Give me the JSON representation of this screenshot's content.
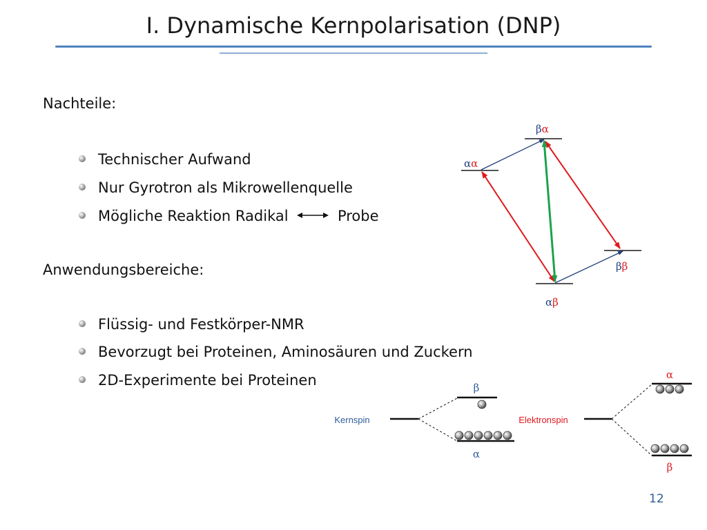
{
  "slide": {
    "title": "I. Dynamische Kernpolarisation (DNP)",
    "page_number": "12"
  },
  "sections": {
    "disadvantages_heading": "Nachteile:",
    "disadvantages": [
      "Technischer Aufwand",
      "Nur Gyrotron als Mikrowellenquelle",
      "Mögliche Reaktion Radikal",
      "Probe"
    ],
    "applications_heading": "Anwendungsbereiche:",
    "applications": [
      "Flüssig- und Festkörper-NMR",
      "Bevorzugt bei Proteinen, Aminosäuren und Zuckern",
      "2D-Experimente bei Proteinen"
    ]
  },
  "energy_diagram": {
    "states": {
      "ba": [
        "β",
        "α"
      ],
      "aa": [
        "α",
        "α"
      ],
      "bb": [
        "β",
        "β"
      ],
      "ab": [
        "α",
        "β"
      ]
    },
    "colors": {
      "blue": "#1f3f7a",
      "red": "#e0191e",
      "green": "#1aa34a",
      "label_black": "#111111"
    }
  },
  "spin_diagram": {
    "kernspin_label": "Kernspin",
    "elektronspin_label": "Elektronspin",
    "kern_upper_symbol": "β",
    "kern_lower_symbol": "α",
    "elek_upper_symbol": "α",
    "elek_lower_symbol": "β",
    "kern_upper_count": 1,
    "kern_lower_count": 6,
    "elek_upper_count": 3,
    "elek_lower_count": 4,
    "colors": {
      "kern": "#2e5c9a",
      "elek": "#e0191e"
    }
  }
}
